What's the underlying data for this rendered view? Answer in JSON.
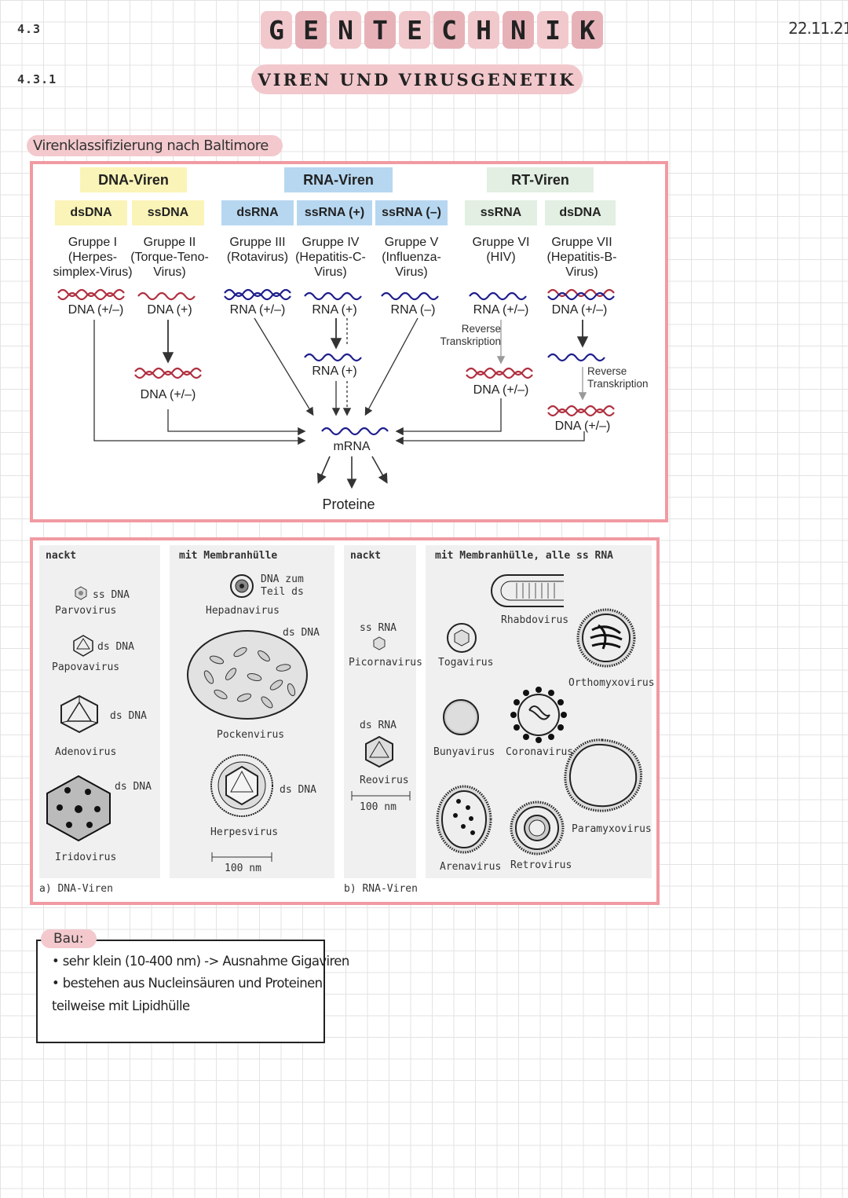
{
  "header": {
    "section": "4.3",
    "subsection": "4.3.1",
    "title_letters": [
      "G",
      "E",
      "N",
      "T",
      "E",
      "C",
      "H",
      "N",
      "I",
      "K"
    ],
    "subtitle": "Viren und Virusgenetik",
    "date": "22.11.21"
  },
  "baltimore": {
    "tag": "Virenklassifizierung nach Baltimore",
    "categories": [
      "DNA-Viren",
      "RNA-Viren",
      "RT-Viren"
    ],
    "subtypes": [
      "dsDNA",
      "ssDNA",
      "dsRNA",
      "ssRNA (+)",
      "ssRNA (–)",
      "ssRNA",
      "dsDNA"
    ],
    "groups": [
      [
        "Gruppe I",
        "(Herpes-",
        "simplex-Virus)"
      ],
      [
        "Gruppe II",
        "(Torque-Teno-",
        "Virus)"
      ],
      [
        "Gruppe III",
        "(Rotavirus)"
      ],
      [
        "Gruppe IV",
        "(Hepatitis-C-",
        "Virus)"
      ],
      [
        "Gruppe V",
        "(Influenza-",
        "Virus)"
      ],
      [
        "Gruppe VI",
        "(HIV)"
      ],
      [
        "Gruppe VII",
        "(Hepatitis-B-",
        "Virus)"
      ]
    ],
    "genomes": [
      "DNA (+/–)",
      "DNA (+)",
      "RNA (+/–)",
      "RNA (+)",
      "RNA (–)",
      "RNA (+/–)",
      "DNA (+/–)"
    ],
    "intermediates": {
      "dna_pm": "DNA (+/–)",
      "rna_pm": "RNA (+)",
      "rt_dna": "DNA (+/–)",
      "rt_dna2": "DNA (+/–)",
      "reverse1": [
        "Reverse",
        "Transkription"
      ],
      "reverse2": [
        "Reverse",
        "Transkription"
      ]
    },
    "mrna": "mRNA",
    "proteins": "Proteine"
  },
  "morphology": {
    "col_headers": [
      "nackt",
      "mit Membranhülle",
      "nackt",
      "mit Membranhülle, alle ss RNA"
    ],
    "dna_viruses": [
      {
        "name": "Parvovirus",
        "type": "ss DNA"
      },
      {
        "name": "Papovavirus",
        "type": "ds DNA"
      },
      {
        "name": "Adenovirus",
        "type": "ds DNA"
      },
      {
        "name": "Iridovirus",
        "type": "ds DNA"
      }
    ],
    "dna_env": [
      {
        "name": "Hepadnavirus",
        "type": "DNA zum Teil ds"
      },
      {
        "name": "Pockenvirus",
        "type": "ds DNA"
      },
      {
        "name": "Herpesvirus",
        "type": "ds DNA"
      }
    ],
    "rna_naked": [
      {
        "name": "Picornavirus",
        "type": "ss RNA"
      },
      {
        "name": "Reovirus",
        "type": "ds RNA"
      }
    ],
    "rna_env": [
      "Rhabdovirus",
      "Togavirus",
      "Orthomyxovirus",
      "Bunyavirus",
      "Coronavirus",
      "Paramyxovirus",
      "Arenavirus",
      "Retrovirus"
    ],
    "scale1": "100 nm",
    "scale2": "100 nm",
    "caption_a": "a) DNA-Viren",
    "caption_b": "b) RNA-Viren"
  },
  "bau": {
    "tag": "Bau:",
    "line1": "• sehr klein (10-400 nm) -> Ausnahme Gigaviren",
    "line2": "• bestehen aus Nucleinsäuren und Proteinen",
    "line3": "teilweise mit Lipidhülle"
  },
  "colors": {
    "accent": "#f19aa2",
    "pink": "#f2c8cc",
    "dna": "#b03040",
    "rna": "#1e1e8c"
  }
}
